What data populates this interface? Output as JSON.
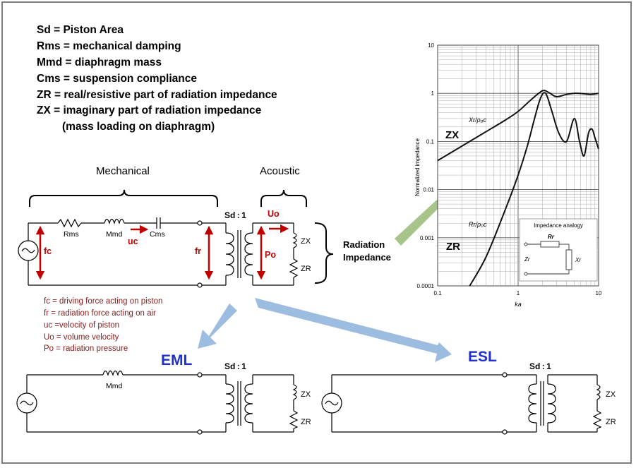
{
  "definitions": [
    "Sd = Piston Area",
    "Rms = mechanical damping",
    "Mmd = diaphragm mass",
    "Cms = suspension compliance",
    "ZR = real/resistive part of radiation impedance",
    "ZX = imaginary part of radiation impedance",
    "(mass loading on diaphragm)"
  ],
  "sections": {
    "mechanical": "Mechanical",
    "acoustic": "Acoustic",
    "radiation_impedance": [
      "Radiation",
      "Impedance"
    ]
  },
  "components": {
    "rms": "Rms",
    "mmd": "Mmd",
    "cms": "Cms",
    "transformer_ratio": "Sd : 1",
    "zx": "ZX",
    "zr": "ZR"
  },
  "variables": {
    "fc": "fc",
    "fr": "fr",
    "uc": "uc",
    "uo": "Uo",
    "po": "Po"
  },
  "variable_legend": [
    "fc = driving force acting on piston",
    "fr = radiation force acting on air",
    "uc =velocity of piston",
    "Uo = volume velocity",
    "Po = radiation pressure"
  ],
  "variants": {
    "eml": "EML",
    "esl": "ESL"
  },
  "colors": {
    "title_blue": "#1f2fd0",
    "arrow_red": "#c00000",
    "legend_red": "#8b1a1a",
    "arrow_blue": "#9dbde0",
    "arrow_green": "#a8c48a"
  },
  "chart_data": {
    "type": "line",
    "xscale": "log",
    "yscale": "log",
    "xlim": [
      0.1,
      10
    ],
    "ylim": [
      0.0001,
      10
    ],
    "xlabel": "ka",
    "ylabel": "Normalized impedance",
    "x_ticks": [
      "0.1",
      "1",
      "10"
    ],
    "y_ticks": [
      "10",
      "1",
      "0.1",
      "0.01",
      "0.001",
      "0.0001"
    ],
    "series": [
      {
        "name": "ZX",
        "curve_label": "Xr/ρ₀c",
        "x": [
          0.1,
          0.2,
          0.4,
          0.7,
          1.0,
          1.4,
          1.8,
          2.1,
          2.5,
          3.0,
          4.0,
          5.0,
          6.5,
          8.0,
          10.0
        ],
        "y": [
          0.04,
          0.08,
          0.16,
          0.28,
          0.42,
          0.7,
          1.0,
          1.15,
          1.0,
          0.85,
          0.95,
          1.0,
          0.98,
          0.95,
          1.0
        ]
      },
      {
        "name": "ZR",
        "curve_label": "Rr/ρ₀c",
        "x": [
          0.25,
          0.4,
          0.7,
          1.0,
          1.3,
          1.6,
          1.9,
          2.2,
          2.6,
          3.2,
          4.0,
          5.0,
          5.8,
          6.6,
          7.5,
          8.3,
          9.0,
          10.0
        ],
        "y": [
          0.0001,
          0.0004,
          0.004,
          0.02,
          0.08,
          0.3,
          0.8,
          1.0,
          0.45,
          0.15,
          0.1,
          0.3,
          0.1,
          0.05,
          0.15,
          0.18,
          0.12,
          0.07
        ]
      }
    ],
    "inset": {
      "title": "Impedance analogy",
      "rr_label": "Rr",
      "xr_label": "Xr",
      "z_label": "Zr"
    }
  }
}
